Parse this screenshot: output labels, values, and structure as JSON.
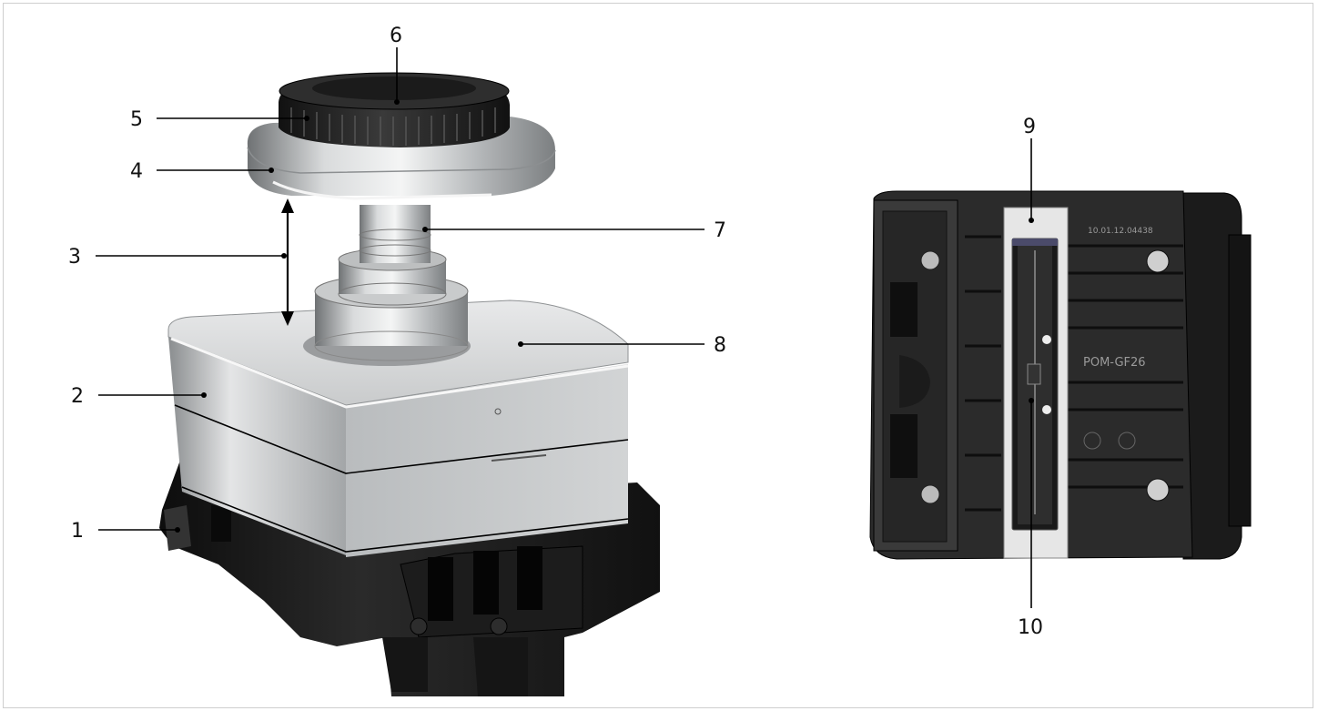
{
  "figure": {
    "callouts": [
      {
        "id": "1",
        "label": "1"
      },
      {
        "id": "2",
        "label": "2"
      },
      {
        "id": "3",
        "label": "3"
      },
      {
        "id": "4",
        "label": "4"
      },
      {
        "id": "5",
        "label": "5"
      },
      {
        "id": "6",
        "label": "6"
      },
      {
        "id": "7",
        "label": "7"
      },
      {
        "id": "8",
        "label": "8"
      },
      {
        "id": "9",
        "label": "9"
      },
      {
        "id": "10",
        "label": "10"
      }
    ],
    "part_markings": {
      "serial": "10.01.12.04438",
      "material": "POM-GF26"
    }
  }
}
